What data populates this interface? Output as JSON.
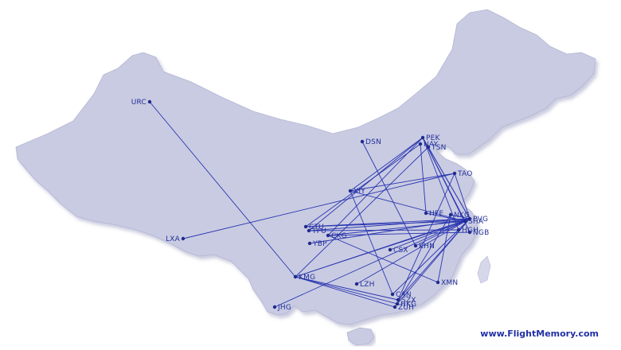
{
  "credit": "www.FlightMemory.com",
  "colors": {
    "land_fill": "#c9cbe2",
    "land_shadow": "#a8aac8",
    "route": "#2a36b0",
    "label": "#23309a",
    "background": "#ffffff"
  },
  "airports": [
    {
      "code": "URC"
    },
    {
      "code": "DSN"
    },
    {
      "code": "PEK"
    },
    {
      "code": "NAY"
    },
    {
      "code": "TSN"
    },
    {
      "code": "TAO"
    },
    {
      "code": "XIY"
    },
    {
      "code": "HFE"
    },
    {
      "code": "NKG"
    },
    {
      "code": "SHA"
    },
    {
      "code": "PVG"
    },
    {
      "code": "HGH"
    },
    {
      "code": "NGB"
    },
    {
      "code": "CTU"
    },
    {
      "code": "TFU"
    },
    {
      "code": "CKG"
    },
    {
      "code": "YBP"
    },
    {
      "code": "CSX"
    },
    {
      "code": "KHN"
    },
    {
      "code": "XMN"
    },
    {
      "code": "KMG"
    },
    {
      "code": "LZH"
    },
    {
      "code": "CAN"
    },
    {
      "code": "SZX"
    },
    {
      "code": "HKG"
    },
    {
      "code": "ZUH"
    },
    {
      "code": "JHG"
    },
    {
      "code": "LXA"
    }
  ],
  "routes": [
    [
      "URC",
      "KMG"
    ],
    [
      "LXA",
      "TAO"
    ],
    [
      "DSN",
      "KHN"
    ],
    [
      "PEK",
      "TFU"
    ],
    [
      "PEK",
      "CKG"
    ],
    [
      "PEK",
      "XIY"
    ],
    [
      "PEK",
      "SHA"
    ],
    [
      "PEK",
      "PVG"
    ],
    [
      "PEK",
      "HGH"
    ],
    [
      "PEK",
      "NGB"
    ],
    [
      "NAY",
      "CTU"
    ],
    [
      "NAY",
      "HFE"
    ],
    [
      "TSN",
      "PVG"
    ],
    [
      "TSN",
      "KMG"
    ],
    [
      "TAO",
      "XIY"
    ],
    [
      "TAO",
      "PVG"
    ],
    [
      "TAO",
      "SZX"
    ],
    [
      "XIY",
      "SHA"
    ],
    [
      "XIY",
      "CAN"
    ],
    [
      "CTU",
      "PVG"
    ],
    [
      "CTU",
      "SHA"
    ],
    [
      "TFU",
      "PVG"
    ],
    [
      "TFU",
      "HGH"
    ],
    [
      "CKG",
      "SHA"
    ],
    [
      "CKG",
      "NGB"
    ],
    [
      "CKG",
      "XMN"
    ],
    [
      "YBP",
      "PVG"
    ],
    [
      "CSX",
      "PVG"
    ],
    [
      "KHN",
      "PVG"
    ],
    [
      "KMG",
      "PVG"
    ],
    [
      "KMG",
      "SHA"
    ],
    [
      "KMG",
      "HKG"
    ],
    [
      "KMG",
      "ZUH"
    ],
    [
      "KMG",
      "SZX"
    ],
    [
      "JHG",
      "PVG"
    ],
    [
      "LZH",
      "PVG"
    ],
    [
      "CAN",
      "PVG"
    ],
    [
      "SZX",
      "PVG"
    ],
    [
      "HKG",
      "PVG"
    ],
    [
      "ZUH",
      "NKG"
    ],
    [
      "XMN",
      "NKG"
    ],
    [
      "HFE",
      "SHA"
    ],
    [
      "NKG",
      "PVG"
    ]
  ]
}
